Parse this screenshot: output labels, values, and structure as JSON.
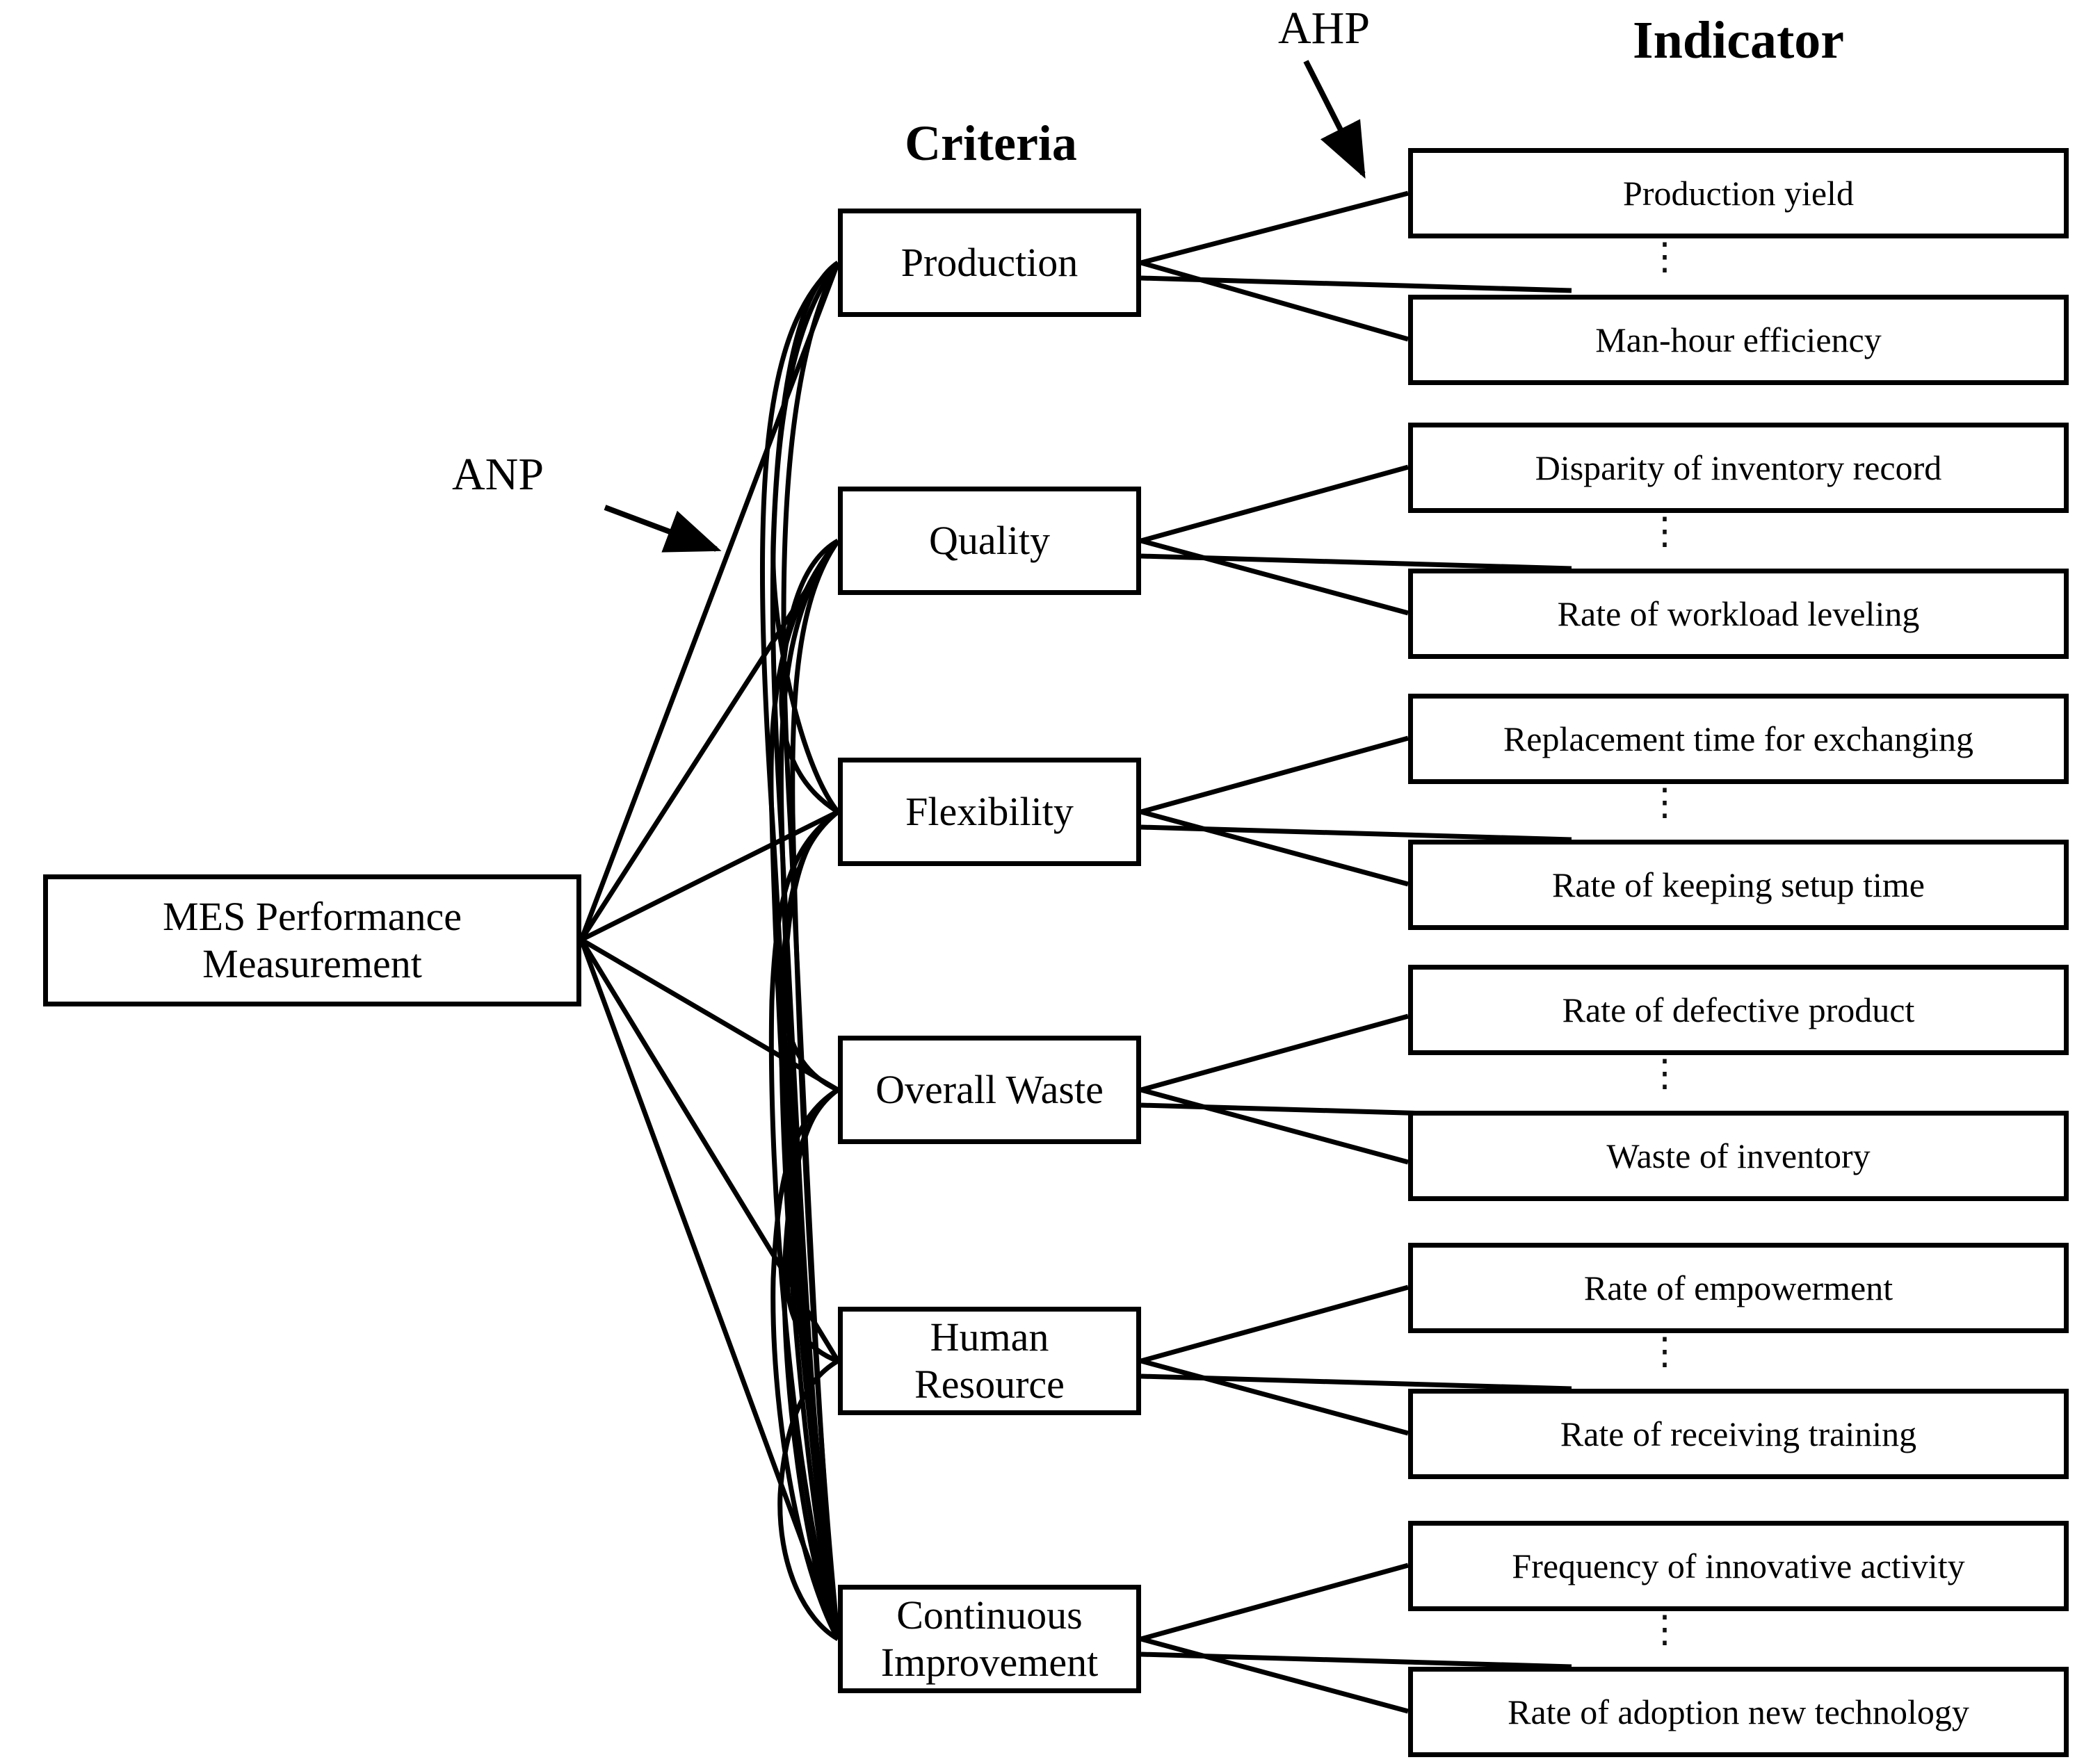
{
  "headers": {
    "criteria": "Criteria",
    "indicator": "Indicator"
  },
  "annotations": {
    "ahp": "AHP",
    "anp": "ANP"
  },
  "goal": {
    "label_line1": "MES Performance",
    "label_line2": "Measurement"
  },
  "ellipsis_glyph": "⋮",
  "colors": {
    "stroke": "#000000",
    "background": "#ffffff"
  },
  "criteria": [
    {
      "label": "Production",
      "label_line1": "Production",
      "label_line2": "",
      "indicators": [
        "Production yield",
        "Man-hour efficiency"
      ]
    },
    {
      "label": "Quality",
      "label_line1": "Quality",
      "label_line2": "",
      "indicators": [
        "Disparity of inventory record",
        "Rate of workload leveling"
      ]
    },
    {
      "label": "Flexibility",
      "label_line1": "Flexibility",
      "label_line2": "",
      "indicators": [
        "Replacement time for exchanging",
        "Rate of keeping setup time"
      ]
    },
    {
      "label": "Overall Waste",
      "label_line1": "Overall Waste",
      "label_line2": "",
      "indicators": [
        "Rate of defective product",
        "Waste of inventory"
      ]
    },
    {
      "label": "Human Resource",
      "label_line1": "Human",
      "label_line2": "Resource",
      "indicators": [
        "Rate of empowerment",
        "Rate of receiving training"
      ]
    },
    {
      "label": "Continuous Improvement",
      "label_line1": "Continuous",
      "label_line2": "Improvement",
      "indicators": [
        "Frequency of innovative activity",
        "Rate of adoption new technology"
      ]
    }
  ]
}
